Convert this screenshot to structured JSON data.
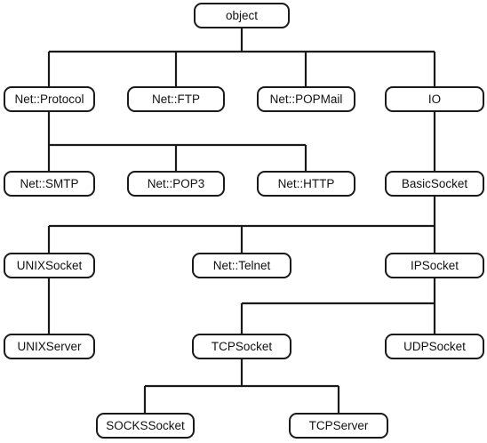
{
  "diagram": {
    "nodes": {
      "object": "object",
      "net_protocol": "Net::Protocol",
      "net_ftp": "Net::FTP",
      "net_popmail": "Net::POPMail",
      "io": "IO",
      "net_smtp": "Net::SMTP",
      "net_pop3": "Net::POP3",
      "net_http": "Net::HTTP",
      "basicsocket": "BasicSocket",
      "unixsocket": "UNIXSocket",
      "net_telnet": "Net::Telnet",
      "ipsocket": "IPSocket",
      "unixserver": "UNIXServer",
      "tcpsocket": "TCPSocket",
      "udpsocket": "UDPSocket",
      "sockssocket": "SOCKSSocket",
      "tcpserver": "TCPServer"
    }
  }
}
